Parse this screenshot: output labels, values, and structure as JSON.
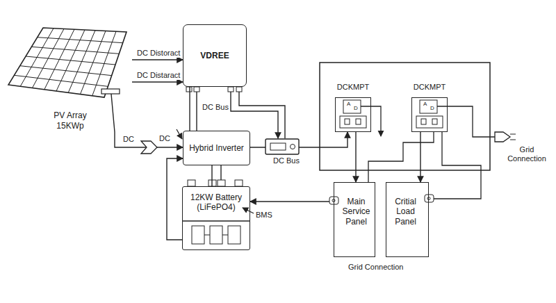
{
  "diagram": {
    "nodes": [
      {
        "text": [
          "PV Array 15KWp"
        ]
      },
      {
        "text": [
          "VDREE"
        ]
      },
      {
        "text": [
          "Hybrid Inverter"
        ]
      },
      {
        "text": [
          "12KW Battery (LiFePO4)"
        ]
      },
      {
        "text": [
          "DCKMPT"
        ]
      },
      {
        "text": [
          "DCKMPT"
        ]
      },
      {
        "text": [
          "Main Service Panel"
        ]
      },
      {
        "text": [
          "Critial Load Panel"
        ]
      }
    ],
    "edges": [
      {
        "from": 0,
        "to": 1,
        "label": "DC Distoract",
        "arrow": "to"
      },
      {
        "from": 0,
        "to": 1,
        "label": "DC Distaract",
        "arrow": "to"
      },
      {
        "from": 0,
        "to": 2,
        "label": "DC",
        "arrow": "to"
      },
      {
        "from": 1,
        "to": 2,
        "label": "DC Bus",
        "arrow": "none"
      },
      {
        "from": 2,
        "to": 3,
        "arrow": "none"
      },
      {
        "from": 3,
        "to": 2,
        "arrow": "to"
      },
      {
        "from": 2,
        "to": 4,
        "arrow": "to"
      },
      {
        "from": 4,
        "to": 6,
        "arrow": "to"
      },
      {
        "from": 5,
        "to": 7,
        "arrow": "to"
      },
      {
        "from": 6,
        "to": 3,
        "arrow": "to"
      }
    ],
    "labels": [
      "DC",
      "DC Bus",
      "BMS",
      "A",
      "D",
      "A",
      "D",
      "Grid Connection",
      "Grid Connection"
    ]
  }
}
